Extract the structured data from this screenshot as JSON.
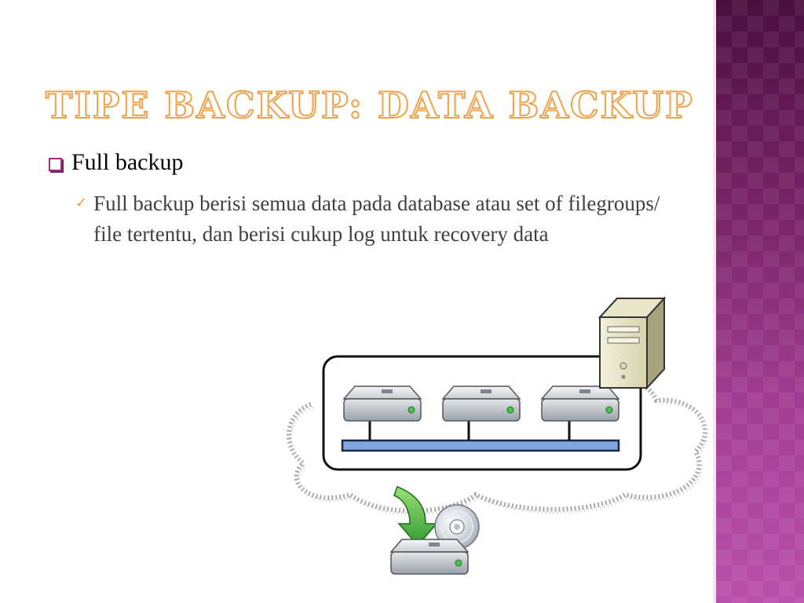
{
  "slide": {
    "title": "TIPE BACKUP: DATA BACKUP",
    "bullet_level1": "Full backup",
    "bullet_level2": "Full backup berisi semua data pada database atau set of filegroups/ file tertentu, dan berisi cukup log untuk recovery data"
  },
  "colors": {
    "title_outline": "#f0a24a",
    "bullet_box": "#9b2e83",
    "checkmark": "#e8a12a",
    "side_panel": "#7a2468",
    "backup_arrow": "#3fae3a",
    "network_bar": "#7fa6dd"
  },
  "icons": {
    "bullet_square": "square-bullet-icon",
    "bullet_check": "checkmark-icon",
    "server": "server-tower-icon",
    "drive": "hard-drive-icon",
    "disc": "cd-disc-icon",
    "arrow": "curved-down-arrow-icon"
  }
}
